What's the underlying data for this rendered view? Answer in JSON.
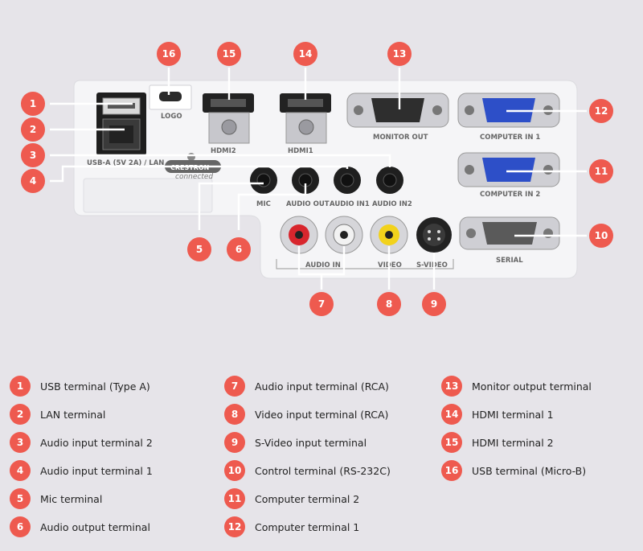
{
  "colors": {
    "accent": "#ee5a4f",
    "background": "#e6e4e9",
    "panel": "#f4f4f6"
  },
  "port_labels": {
    "usb_lan": "USB-A (5V 2A) / LAN",
    "logo": "LOGO",
    "hdmi2": "HDMI2",
    "hdmi1": "HDMI1",
    "monitor_out": "MONITOR OUT",
    "computer_in1": "COMPUTER IN 1",
    "computer_in2": "COMPUTER IN 2",
    "serial": "SERIAL",
    "mic": "MIC",
    "audio_out": "AUDIO OUT",
    "audio_in1": "AUDIO IN1",
    "audio_in2": "AUDIO IN2",
    "audio_in": "AUDIO IN",
    "video": "VIDEO",
    "s_video": "S-VIDEO",
    "crestron": "CRESTRON",
    "connected": "connected"
  },
  "callouts": [
    "1",
    "2",
    "3",
    "4",
    "5",
    "6",
    "7",
    "8",
    "9",
    "10",
    "11",
    "12",
    "13",
    "14",
    "15",
    "16"
  ],
  "legend": [
    {
      "num": "1",
      "label": "USB terminal (Type A)"
    },
    {
      "num": "2",
      "label": "LAN terminal"
    },
    {
      "num": "3",
      "label": "Audio input terminal 2"
    },
    {
      "num": "4",
      "label": "Audio input terminal 1"
    },
    {
      "num": "5",
      "label": "Mic terminal"
    },
    {
      "num": "6",
      "label": "Audio output terminal"
    },
    {
      "num": "7",
      "label": "Audio input terminal (RCA)"
    },
    {
      "num": "8",
      "label": "Video input terminal (RCA)"
    },
    {
      "num": "9",
      "label": "S-Video input terminal"
    },
    {
      "num": "10",
      "label": "Control terminal (RS-232C)"
    },
    {
      "num": "11",
      "label": "Computer terminal 2"
    },
    {
      "num": "12",
      "label": "Computer terminal 1"
    },
    {
      "num": "13",
      "label": "Monitor output terminal"
    },
    {
      "num": "14",
      "label": "HDMI terminal 1"
    },
    {
      "num": "15",
      "label": "HDMI terminal 2"
    },
    {
      "num": "16",
      "label": "USB terminal (Micro-B)"
    }
  ]
}
